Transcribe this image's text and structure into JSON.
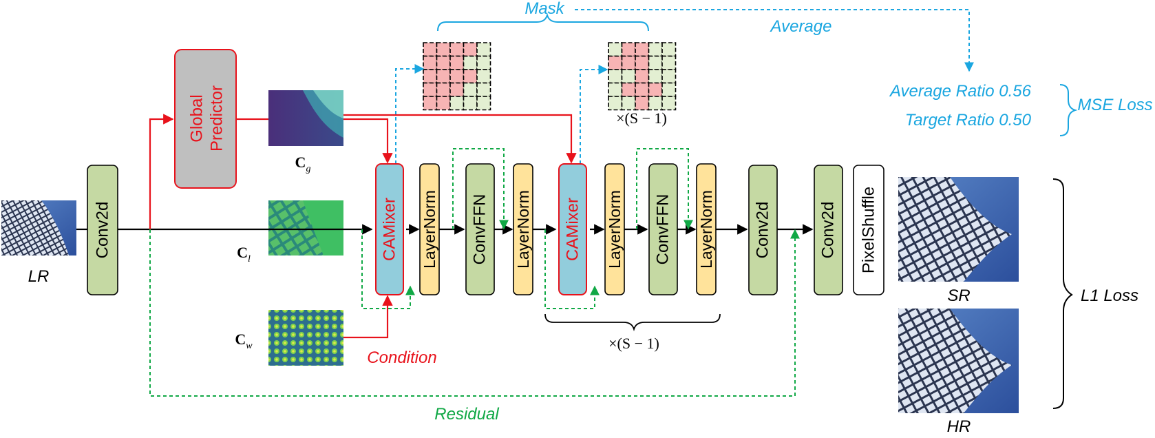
{
  "colors": {
    "green_box": "#c5d9a3",
    "yellow_box": "#ffe39b",
    "blue_box": "#92cddc",
    "gray_box": "#bfbfbf",
    "red": "#e8121b",
    "cyan": "#1aa6e0",
    "dash_green": "#10a845",
    "mask_red": "#f7b4b4",
    "mask_green": "#e3efd2"
  },
  "labels": {
    "lr": "LR",
    "sr": "SR",
    "hr": "HR",
    "conv2d": "Conv2d",
    "global_predictor_l1": "Global",
    "global_predictor_l2": "Predictor",
    "camixer": "CAMixer",
    "layernorm": "LayerNorm",
    "convffn": "ConvFFN",
    "pixelshuffle": "PixelShuffle",
    "mask": "Mask",
    "average": "Average",
    "average_ratio": "Average Ratio 0.56",
    "target_ratio": "Target Ratio 0.50",
    "mse_loss": "MSE Loss",
    "l1_loss": "L1 Loss",
    "condition": "Condition",
    "residual": "Residual",
    "repeat_top": "×(S − 1)",
    "repeat_bottom": "×(S − 1)",
    "cg": "C",
    "cg_sub": "g",
    "cl": "C",
    "cl_sub": "l",
    "cw": "C",
    "cw_sub": "w"
  }
}
